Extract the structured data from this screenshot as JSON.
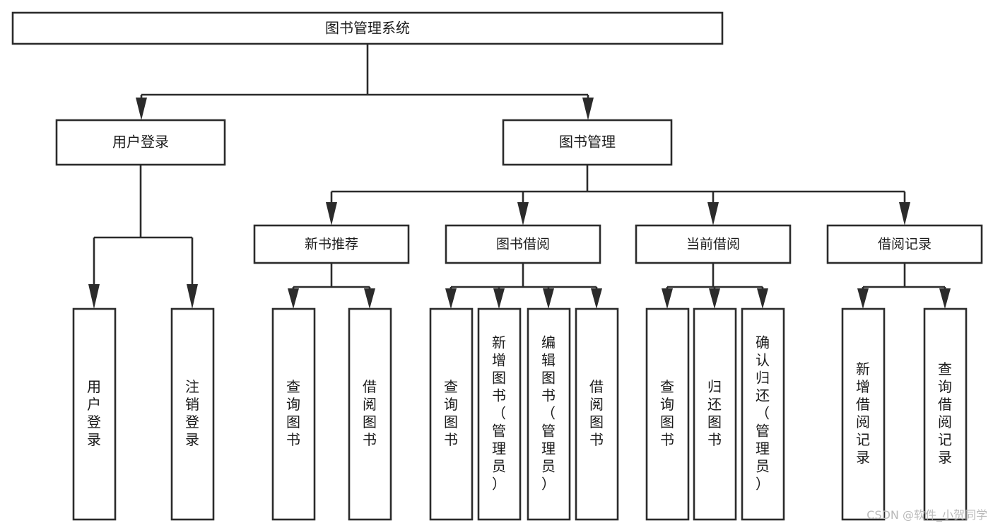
{
  "diagram": {
    "type": "tree-hierarchy",
    "title": "图书管理系统",
    "root": {
      "id": "root",
      "label": "图书管理系统"
    },
    "level1": [
      {
        "id": "user-login",
        "label": "用户登录"
      },
      {
        "id": "book-management",
        "label": "图书管理"
      }
    ],
    "level2": [
      {
        "id": "new-book-recommend",
        "label": "新书推荐",
        "parent": "book-management"
      },
      {
        "id": "book-borrow",
        "label": "图书借阅",
        "parent": "book-management"
      },
      {
        "id": "current-borrow",
        "label": "当前借阅",
        "parent": "book-management"
      },
      {
        "id": "borrow-record",
        "label": "借阅记录",
        "parent": "book-management"
      }
    ],
    "leaves": [
      {
        "id": "leaf-user-login",
        "label": "用户登录",
        "parent": "user-login"
      },
      {
        "id": "leaf-user-logout",
        "label": "注销登录",
        "parent": "user-login"
      },
      {
        "id": "leaf-query-book-1",
        "label": "查询图书",
        "parent": "new-book-recommend"
      },
      {
        "id": "leaf-borrow-book-1",
        "label": "借阅图书",
        "parent": "new-book-recommend"
      },
      {
        "id": "leaf-query-book-2",
        "label": "查询图书",
        "parent": "book-borrow"
      },
      {
        "id": "leaf-add-book",
        "label": "新增图书（管理员）",
        "parent": "book-borrow"
      },
      {
        "id": "leaf-edit-book",
        "label": "编辑图书（管理员）",
        "parent": "book-borrow"
      },
      {
        "id": "leaf-borrow-book-2",
        "label": "借阅图书",
        "parent": "book-borrow"
      },
      {
        "id": "leaf-query-book-3",
        "label": "查询图书",
        "parent": "current-borrow"
      },
      {
        "id": "leaf-return-book",
        "label": "归还图书",
        "parent": "current-borrow"
      },
      {
        "id": "leaf-confirm-return",
        "label": "确认归还（管理员）",
        "parent": "current-borrow"
      },
      {
        "id": "leaf-add-record",
        "label": "新增借阅记录",
        "parent": "borrow-record"
      },
      {
        "id": "leaf-query-record",
        "label": "查询借阅记录",
        "parent": "borrow-record"
      }
    ]
  },
  "watermark": {
    "text": "CSDN @软件_小贺同学"
  },
  "colors": {
    "stroke": "#2b2b2b",
    "box_fill": "#ffffff",
    "text": "#1a1a1a",
    "background": "#ffffff",
    "watermark": "#b9b9b9"
  }
}
